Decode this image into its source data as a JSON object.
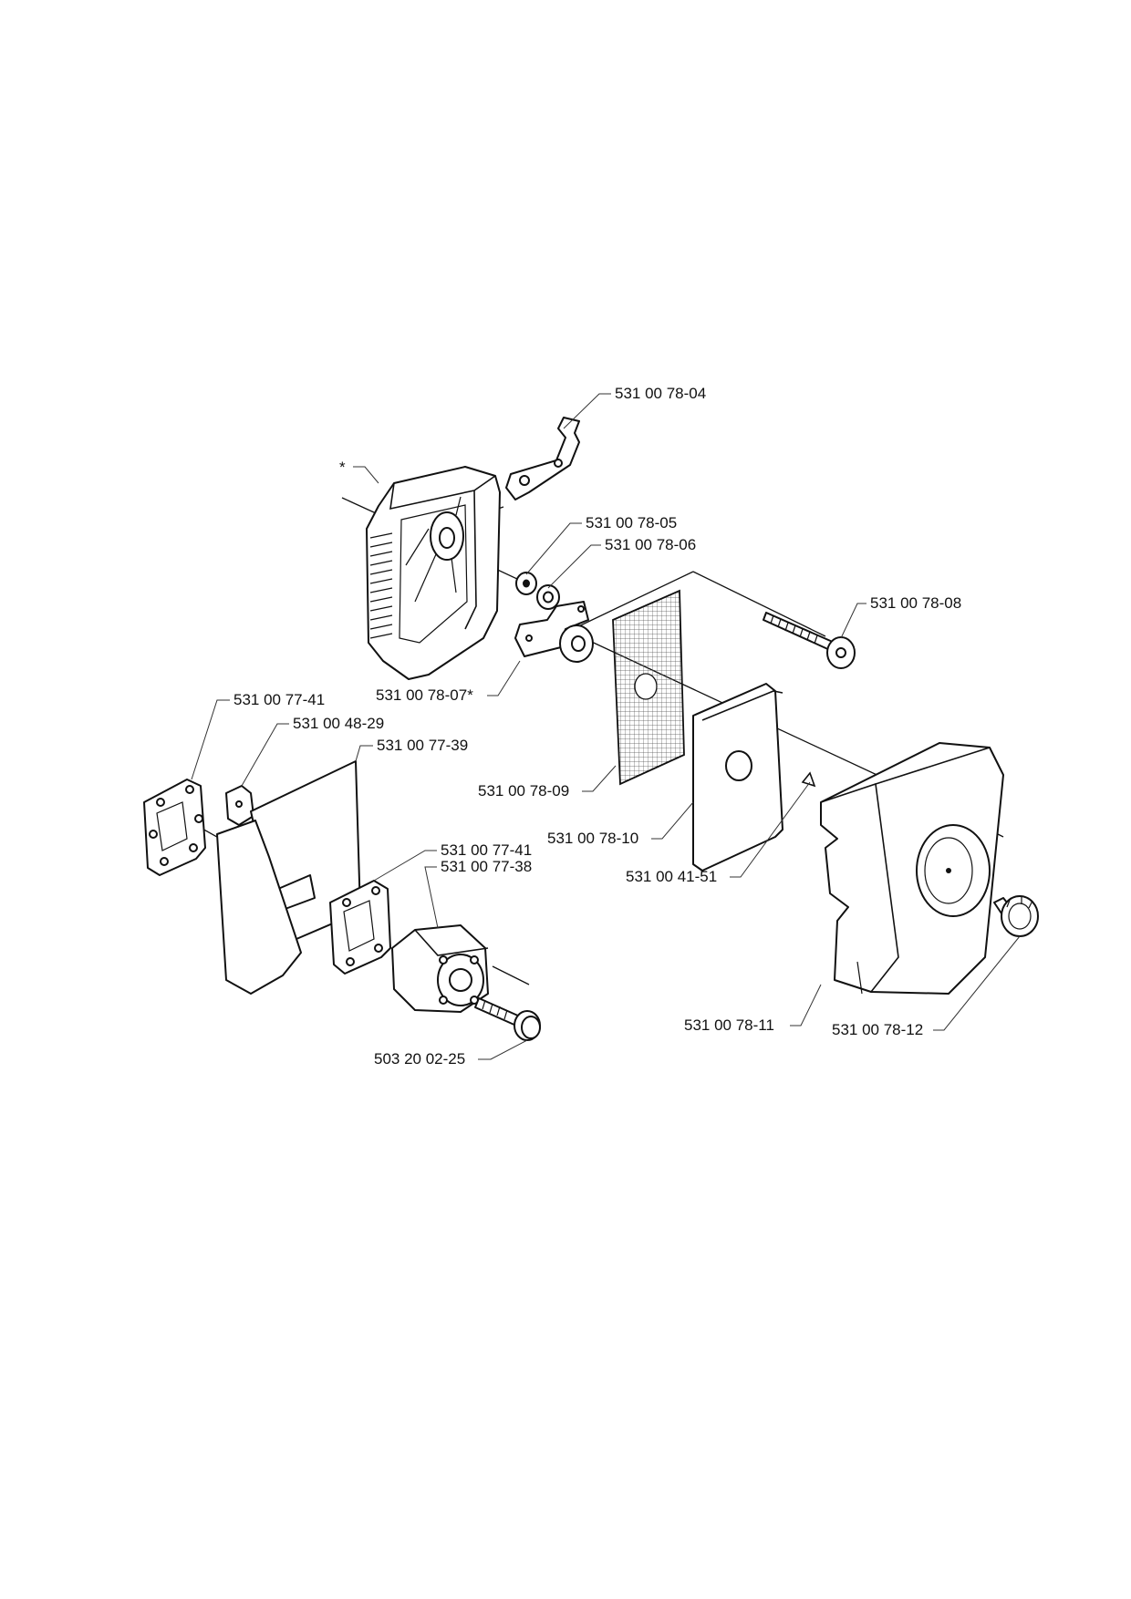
{
  "labels": {
    "p_78_04": "531 00 78-04",
    "star": "*",
    "p_78_05": "531 00 78-05",
    "p_78_06": "531 00 78-06",
    "p_78_08": "531 00 78-08",
    "p_78_07": "531 00 78-07*",
    "p_77_41_a": "531 00 77-41",
    "p_48_29": "531 00 48-29",
    "p_77_39": "531 00 77-39",
    "p_78_09": "531 00 78-09",
    "p_78_10": "531 00 78-10",
    "p_41_51": "531 00 41-51",
    "p_77_41_b": "531 00 77-41",
    "p_77_38": "531 00 77-38",
    "p_78_11": "531 00 78-11",
    "p_78_12": "531 00 78-12",
    "p_02_25": "503 20 02-25"
  }
}
